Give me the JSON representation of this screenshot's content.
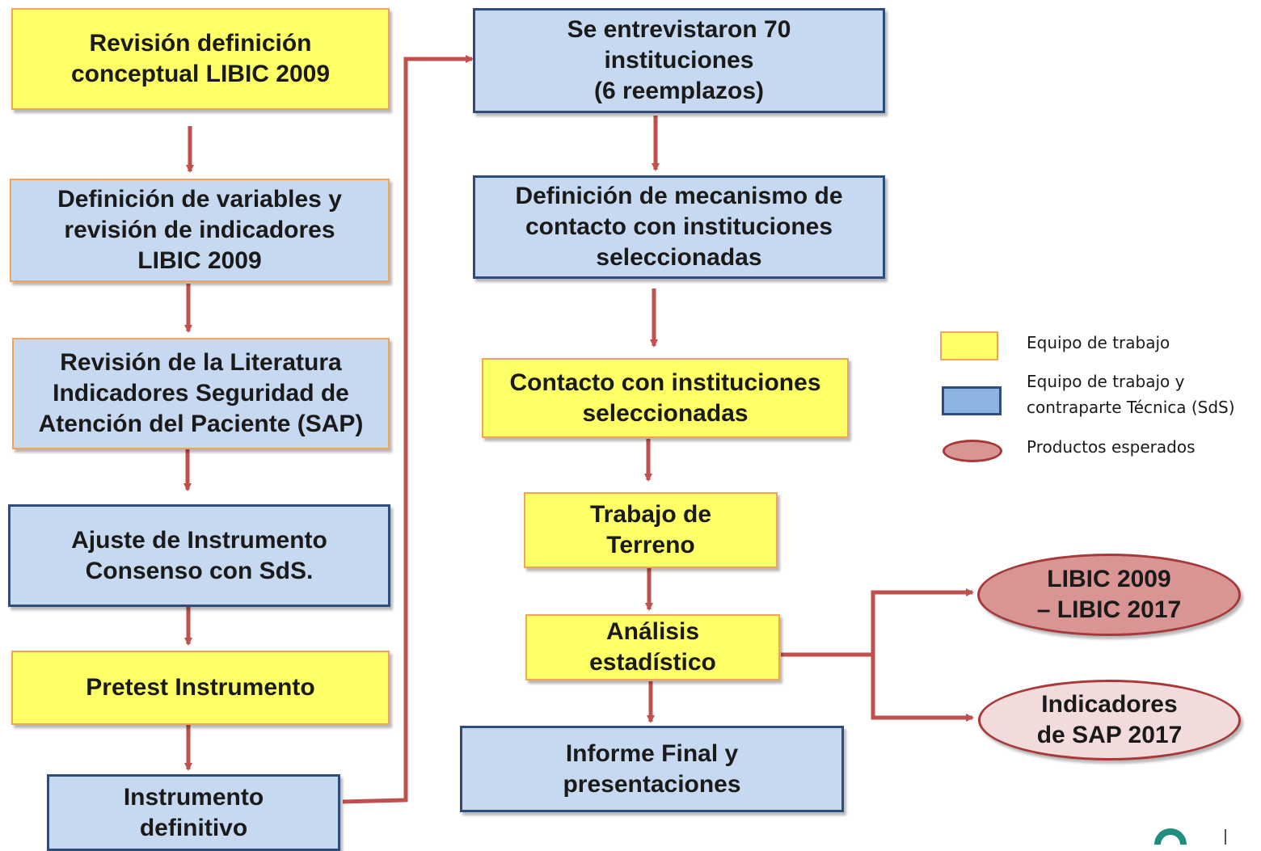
{
  "colors": {
    "yellow_fill": "#ffff66",
    "blue_fill": "#c6d9f1",
    "blue_border": "#2e4d7a",
    "orange_border": "#f0a35a",
    "arrow": "#c0504d",
    "product_dark": "#d99594",
    "product_light": "#f2dcdb"
  },
  "flow": {
    "revision_definicion": "Revisión definición\nconceptual LIBIC 2009",
    "definicion_variables": "Definición de variables y\nrevisión de indicadores\nLIBIC 2009",
    "revision_literatura": "Revisión de la Literatura\nIndicadores Seguridad de\nAtención del Paciente (SAP)",
    "ajuste_instrumento": "Ajuste de Instrumento\nConsenso con SdS.",
    "pretest": "Pretest Instrumento",
    "instrumento_definitivo": "Instrumento\ndefinitivo",
    "entrevistas": "Se entrevistaron 70\ninstituciones\n(6 reemplazos)",
    "definicion_mecanismo": "Definición de mecanismo de\ncontacto con instituciones\nseleccionadas",
    "contacto": "Contacto con instituciones\nseleccionadas",
    "trabajo_terreno": "Trabajo de\nTerreno",
    "analisis": "Análisis\nestadístico",
    "informe_final": "Informe Final y\npresentaciones"
  },
  "products": {
    "libic": "LIBIC 2009\n– LIBIC 2017",
    "indicadores": "Indicadores\nde SAP 2017"
  },
  "legend": {
    "equipo": "Equipo de trabajo",
    "equipo_contraparte": "Equipo de trabajo y\ncontraparte Técnica (SdS)",
    "productos": "Productos esperados"
  },
  "logo": "logo-icon"
}
